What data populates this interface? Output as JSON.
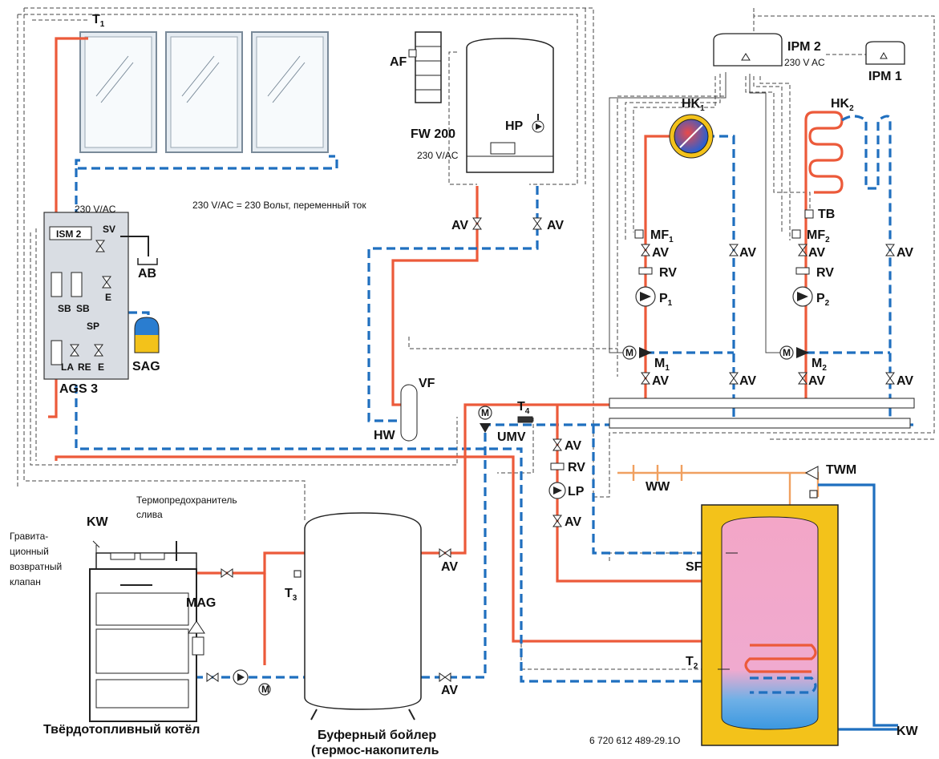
{
  "labels": {
    "t1": "T",
    "t1_sub": "1",
    "af": "AF",
    "fw200": "FW 200",
    "hp": "HP",
    "fw_voltage": "230 V/AC",
    "ipm2": "IPM 2",
    "ipm2_voltage": "230 V AC",
    "ipm1": "IPM 1",
    "hk1": "HK",
    "hk1_sub": "1",
    "hk2": "HK",
    "hk2_sub": "2",
    "ags_voltage": "230 V/AC",
    "voltage_note": "230 V/AC = 230 Вольт, переменный ток",
    "ism2": "ISM 2",
    "sv": "SV",
    "ab": "AB",
    "sb1": "SB",
    "sb2": "SB",
    "sp": "SP",
    "e1": "E",
    "e2": "E",
    "la": "LA",
    "re": "RE",
    "sag": "SAG",
    "ags3": "AGS 3",
    "av": "AV",
    "mf1": "MF",
    "mf1_sub": "1",
    "mf2": "MF",
    "mf2_sub": "2",
    "tb": "TB",
    "rv": "RV",
    "p1": "P",
    "p1_sub": "1",
    "p2": "P",
    "p2_sub": "2",
    "m1": "M",
    "m1_sub": "1",
    "m2": "M",
    "m2_sub": "2",
    "motor": "M",
    "vf": "VF",
    "hw": "HW",
    "t4": "T",
    "t4_sub": "4",
    "umv": "UMV",
    "lp": "LP",
    "ww": "WW",
    "twm": "TWM",
    "sf": "SF",
    "t2": "T",
    "t2_sub": "2",
    "kw_right": "KW",
    "t3": "T",
    "t3_sub": "3",
    "mag": "MAG",
    "kw_left": "KW",
    "gravity_valve": [
      "Гравита-",
      "ционный",
      "возвратный",
      "клапан"
    ],
    "thermal_protector": [
      "Термопредохранитель",
      "слива"
    ],
    "boiler_title": "Твёрдотопливный котёл",
    "buffer_title": [
      "Буферный бойлер",
      "(термос-накопитель"
    ],
    "code": "6 720 612 489-29.1O"
  },
  "colors": {
    "hot": "#ec5a3a",
    "cold": "#1f6fbf",
    "dhw": "#f0a060",
    "station": "#d9dde3",
    "tank_outer": "#f3c21a",
    "tank_inner": "#f3a6c7"
  }
}
